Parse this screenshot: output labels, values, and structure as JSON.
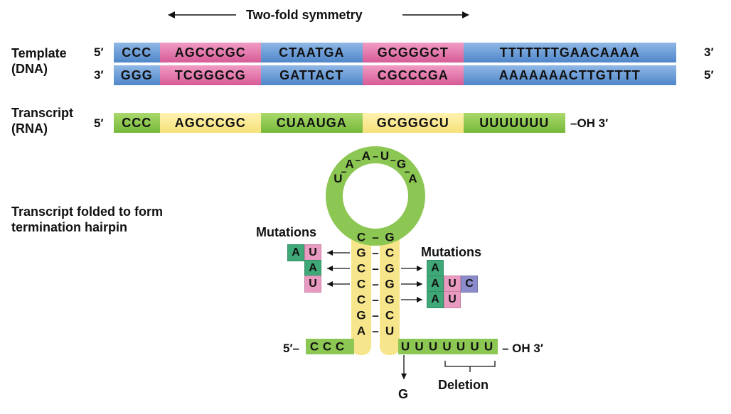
{
  "title": "Two-fold symmetry",
  "template": {
    "label": "Template\n(DNA)",
    "top": {
      "left": "5′",
      "right": "3′",
      "segments": [
        {
          "text": "CCC",
          "color": "blue"
        },
        {
          "text": "AGCCCGC",
          "color": "pink"
        },
        {
          "text": "CTAATGA",
          "color": "blue"
        },
        {
          "text": "GCGGGCT",
          "color": "pink"
        },
        {
          "text": "TTTTTTTGAACAAAA",
          "color": "blue"
        }
      ]
    },
    "bottom": {
      "left": "3′",
      "right": "5′",
      "segments": [
        {
          "text": "GGG",
          "color": "blue"
        },
        {
          "text": "TCGGGCG",
          "color": "pink"
        },
        {
          "text": "GATTACT",
          "color": "blue"
        },
        {
          "text": "CGCCCGA",
          "color": "pink"
        },
        {
          "text": "AAAAAAACTTGTTTT",
          "color": "blue"
        }
      ]
    }
  },
  "transcript": {
    "label": "Transcript\n(RNA)",
    "left": "5′",
    "end": "–OH 3′",
    "segments": [
      {
        "text": "CCC",
        "color": "green"
      },
      {
        "text": "AGCCCGC",
        "color": "yellow"
      },
      {
        "text": "CUAAUGA",
        "color": "green"
      },
      {
        "text": "GCGGGCU",
        "color": "yellow"
      },
      {
        "text": "UUUUUUU",
        "color": "green"
      }
    ]
  },
  "hairpin": {
    "label": "Transcript folded to form\ntermination hairpin",
    "loop": [
      "U",
      "A",
      "A",
      "U",
      "G",
      "A"
    ],
    "stem_left": [
      "C",
      "G",
      "C",
      "C",
      "C",
      "G",
      "A"
    ],
    "stem_right": [
      "G",
      "C",
      "G",
      "G",
      "G",
      "C",
      "U"
    ],
    "dash": "–",
    "left_tail": "CCC",
    "left_prefix": "5′–",
    "right_tail": "UUUUUUU",
    "right_suffix": "– OH 3′",
    "point_mutation": "G",
    "mutations_left_label": "Mutations",
    "mutations_right_label": "Mutations",
    "deletion_label": "Deletion",
    "mutations_left": [
      [
        "A",
        "U"
      ],
      [
        "A"
      ],
      [
        "U"
      ]
    ],
    "mutations_right": [
      [
        "A"
      ],
      [
        "A",
        "U",
        "C"
      ],
      [
        "A",
        "U"
      ]
    ],
    "colors": {
      "loop": "#8cc653",
      "stem": "#f7e58b",
      "tail": "#8cc653"
    }
  }
}
